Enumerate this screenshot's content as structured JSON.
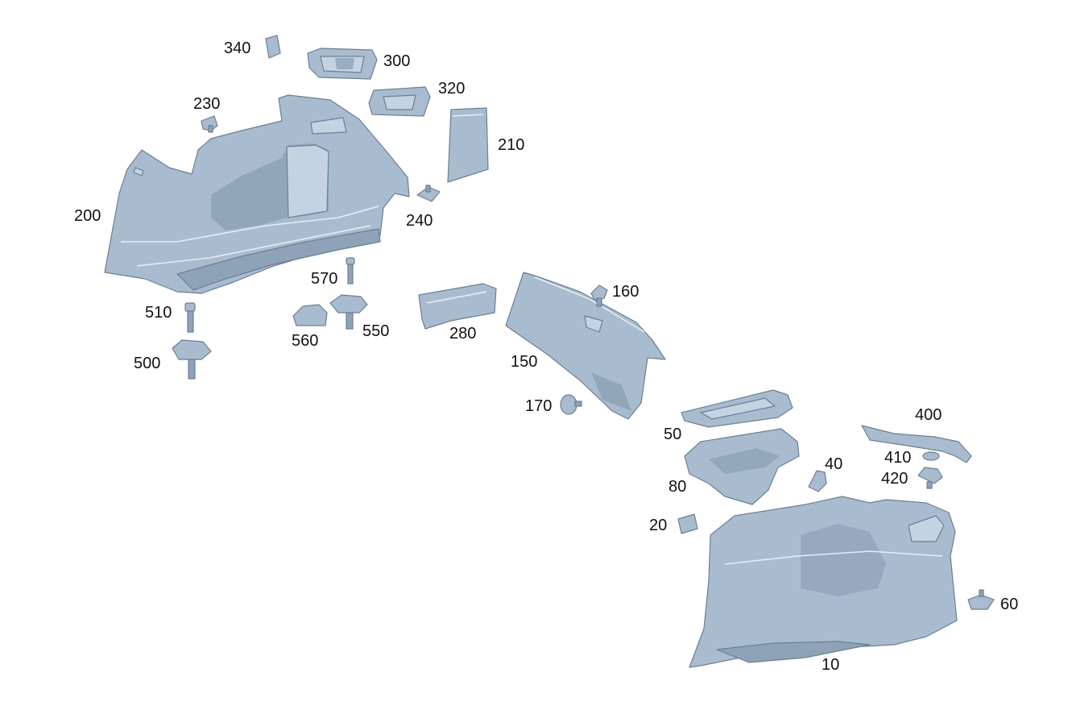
{
  "diagram": {
    "colors": {
      "part_fill": "#a9bccf",
      "part_dark": "#8ea2b8",
      "part_light": "#c4d3e2",
      "outline": "#6b7f95",
      "label": "#111111",
      "background": "#ffffff"
    },
    "labels": {
      "p10": "10",
      "p20": "20",
      "p40": "40",
      "p50": "50",
      "p60": "60",
      "p80": "80",
      "p150": "150",
      "p160": "160",
      "p170": "170",
      "p200": "200",
      "p210": "210",
      "p230": "230",
      "p240": "240",
      "p280": "280",
      "p300": "300",
      "p320": "320",
      "p340": "340",
      "p400": "400",
      "p410": "410",
      "p420": "420",
      "p500": "500",
      "p510": "510",
      "p550": "550",
      "p560": "560",
      "p570": "570"
    }
  }
}
